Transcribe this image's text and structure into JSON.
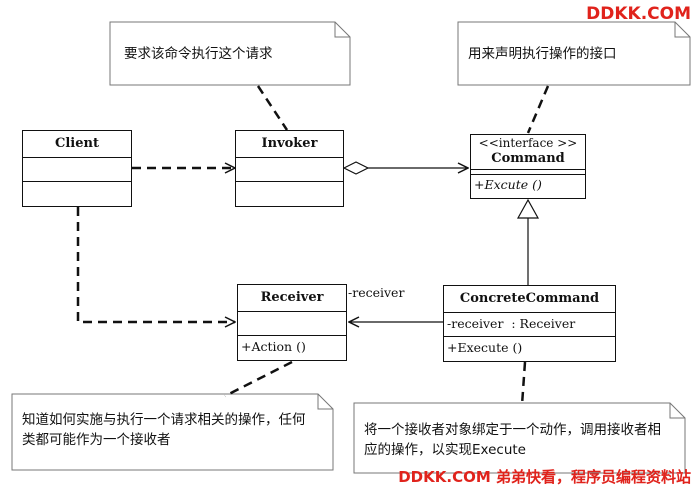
{
  "watermark_top": "DDKK.COM",
  "watermark_bottom": "DDKK.COM 弟弟快看，程序员编程资料站",
  "colors": {
    "watermark": "#e0231c",
    "line": "#111111"
  },
  "classes": {
    "client": {
      "name": "Client"
    },
    "invoker": {
      "name": "Invoker"
    },
    "command": {
      "stereotype": "<<interface >>",
      "name": "Command",
      "method": "+Excute ()"
    },
    "receiver": {
      "name": "Receiver",
      "method": "+Action ()"
    },
    "concrete": {
      "name": "ConcreteCommand",
      "field": "-receiver  : Receiver",
      "method": "+Execute ()"
    }
  },
  "association_label": "-receiver",
  "notes": {
    "invoker": "要求该命令执行这个请求",
    "command": "用来声明执行操作的接口",
    "receiver": "知道如何实施与执行一个请求相关的操作，任何类都可能作为一个接收者",
    "concrete": "将一个接收者对象绑定于一个动作，调用接收者相应的操作，以实现Execute"
  }
}
